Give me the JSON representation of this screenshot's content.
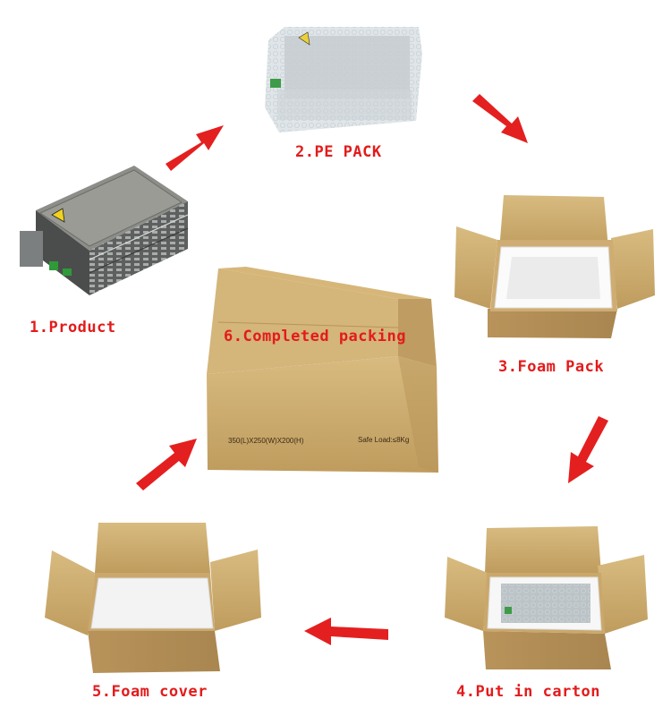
{
  "steps": [
    {
      "label": "1.Product",
      "icon": "product-device-icon"
    },
    {
      "label": "2.PE PACK",
      "icon": "bubble-wrapped-device-icon"
    },
    {
      "label": "3.Foam Pack",
      "icon": "foam-lined-carton-icon"
    },
    {
      "label": "4.Put in carton",
      "icon": "device-in-carton-icon"
    },
    {
      "label": "5.Foam cover",
      "icon": "foam-covered-carton-icon"
    },
    {
      "label": "6.Completed packing",
      "icon": "sealed-carton-icon"
    }
  ],
  "carton_print": {
    "dimensions": "350(L)X250(W)X200(H)",
    "safe_load": "Safe Load:≤8Kg"
  },
  "colors": {
    "arrow": "#e41f1f",
    "label": "#e31b1b",
    "cardboard": "#c9a86c",
    "foam": "#f3f3f3",
    "metal": "#8a8a8a"
  },
  "arrow_icon": "red-arrow-icon"
}
